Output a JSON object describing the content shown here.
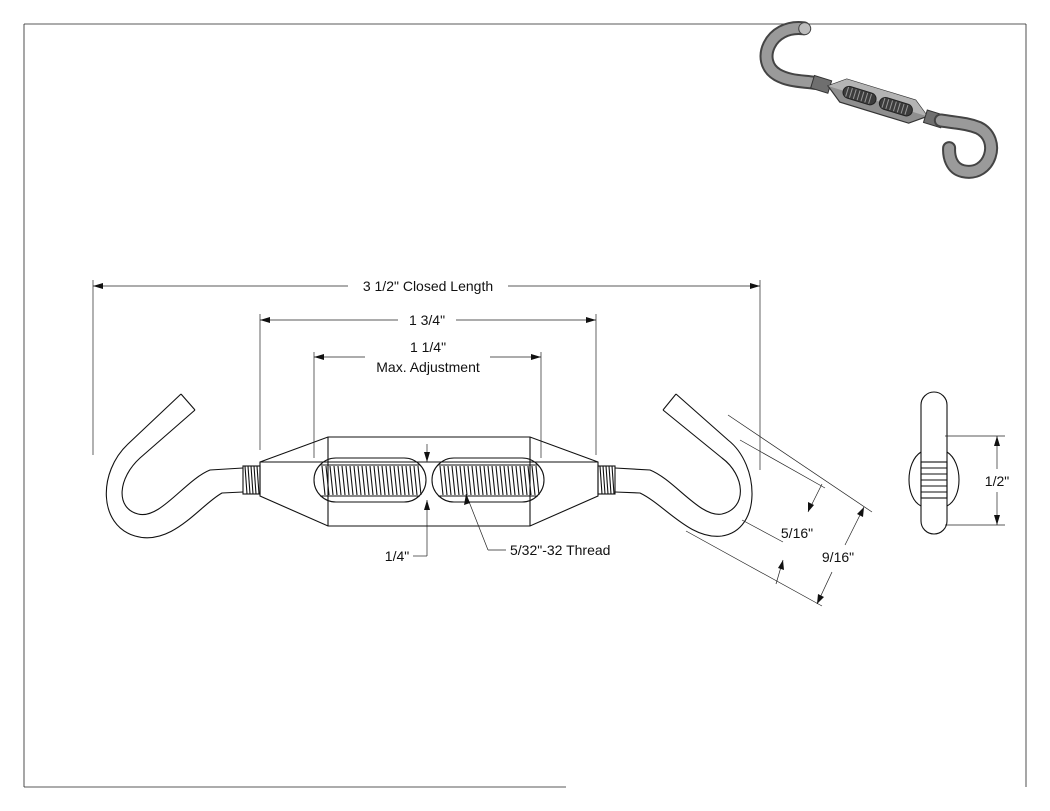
{
  "drawing": {
    "part": "turnbuckle-hook-hook",
    "colors": {
      "line": "#222222",
      "paper": "#ffffff",
      "iso_steel": "#9a9a9a"
    },
    "dimensions": {
      "closed_length": "3 1/2\" Closed Length",
      "body_length": "1 3/4\"",
      "max_adjust_value": "1 1/4\"",
      "max_adjust_label": "Max. Adjustment",
      "slot_width": "1/4\"",
      "thread": "5/32\"-32 Thread",
      "hook_throat": "5/16\"",
      "hook_width": "9/16\"",
      "side_height": "1/2\""
    }
  }
}
